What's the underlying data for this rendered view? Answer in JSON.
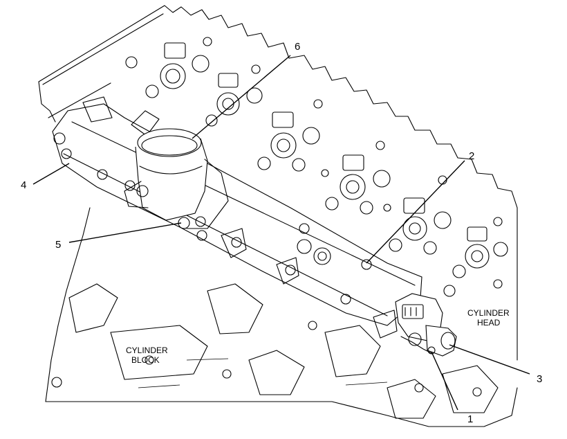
{
  "callouts": [
    {
      "id": "1",
      "text": "1"
    },
    {
      "id": "2",
      "text": "2"
    },
    {
      "id": "3",
      "text": "3"
    },
    {
      "id": "4",
      "text": "4"
    },
    {
      "id": "5",
      "text": "5"
    },
    {
      "id": "6",
      "text": "6"
    }
  ],
  "labels": {
    "cylinder_head_line1": "CYLINDER",
    "cylinder_head_line2": "HEAD",
    "cylinder_block_line1": "CYLINDER",
    "cylinder_block_line2": "BLOCK"
  }
}
